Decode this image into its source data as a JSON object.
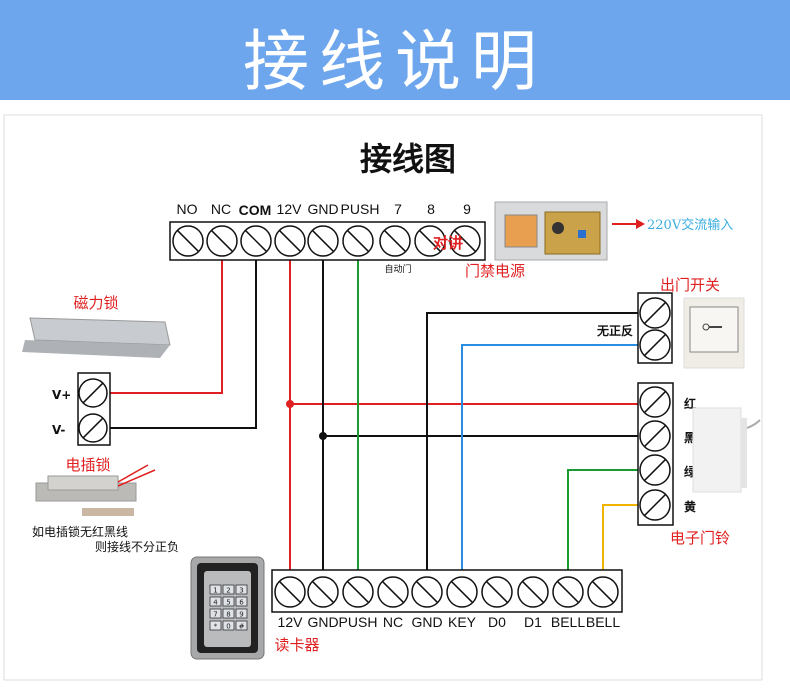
{
  "header": {
    "title": "接线说明"
  },
  "diagram": {
    "title": "接线图",
    "top_terminals": [
      "NO",
      "NC",
      "COM",
      "12V",
      "GND",
      "PUSH",
      "7",
      "8",
      "9"
    ],
    "intercom_label": "对讲",
    "auto_door_label": "自动门",
    "power_supply_label": "门禁电源",
    "ac_input_label": "220V交流输入",
    "exit_switch_label": "出门开关",
    "exit_switch_note": "无正反",
    "mag_lock_label": "磁力锁",
    "mag_lock_terminals": [
      "V+",
      "V-"
    ],
    "bolt_lock_label": "电插锁",
    "bolt_lock_note_1": "如电插锁无红黑线",
    "bolt_lock_note_2": "则接线不分正负",
    "doorbell_label": "电子门铃",
    "doorbell_terminals": [
      "红",
      "黑",
      "绿",
      "黄"
    ],
    "reader_label": "读卡器",
    "reader_terminals": [
      "12V",
      "GND",
      "PUSH",
      "NC",
      "GND",
      "KEY",
      "D0",
      "D1",
      "BELL",
      "BELL"
    ],
    "keypad_keys": [
      "1",
      "2",
      "3",
      "4",
      "5",
      "6",
      "7",
      "8",
      "9",
      "*",
      "0",
      "#"
    ],
    "wire_colors": {
      "red": "#e02020",
      "black": "#111111",
      "green": "#1a9a30",
      "blue": "#2a8ee0",
      "yellow": "#f0b400"
    }
  }
}
